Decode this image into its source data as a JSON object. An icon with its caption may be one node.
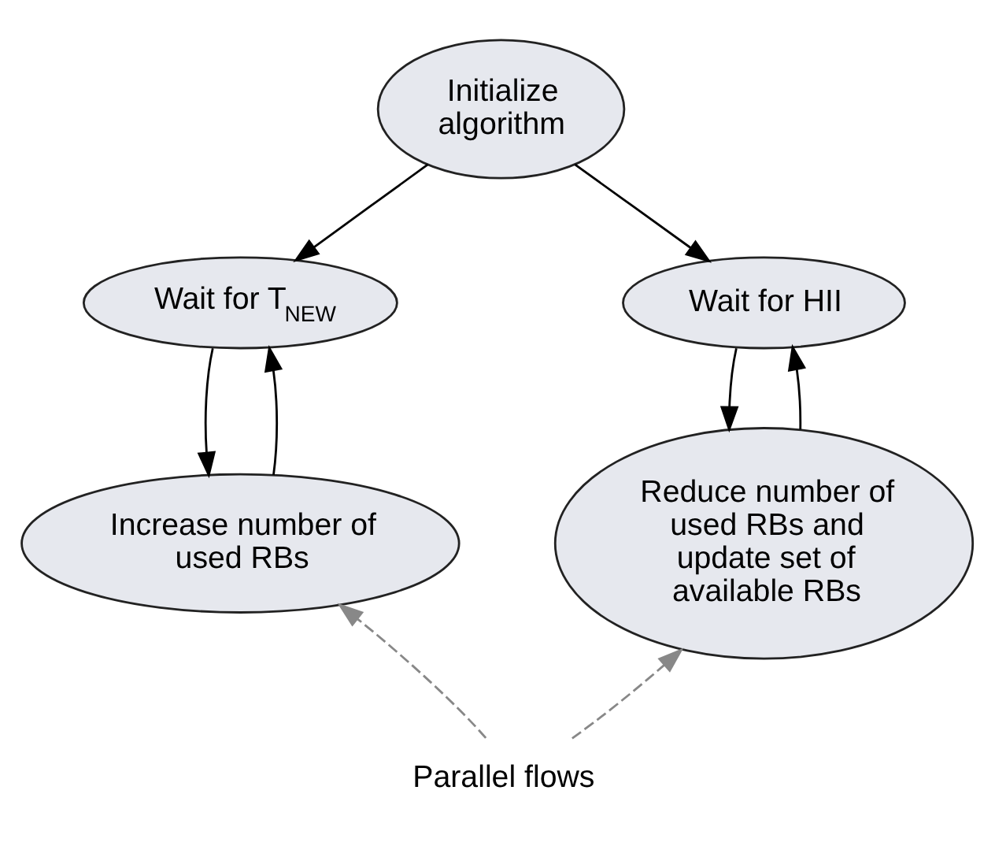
{
  "diagram": {
    "nodes": [
      {
        "text": [
          "Initialize algorithm"
        ]
      },
      {
        "text": [
          "Wait for T$_{NEW}$"
        ]
      },
      {
        "text": [
          "Increase number of used RBs"
        ]
      },
      {
        "text": [
          "Wait for HII"
        ]
      },
      {
        "text": [
          "Reduce number of used RBs and update set of available RBs"
        ]
      },
      {
        "text": [
          "Parallel flows"
        ]
      }
    ],
    "edges": [
      {
        "from": 0,
        "to": 1,
        "arrow": "to"
      },
      {
        "from": 0,
        "to": 3,
        "arrow": "to"
      },
      {
        "from": 1,
        "to": 2,
        "arrow": "to"
      },
      {
        "from": 2,
        "to": 1,
        "arrow": "to"
      },
      {
        "from": 3,
        "to": 4,
        "arrow": "to"
      },
      {
        "from": 4,
        "to": 3,
        "arrow": "to"
      },
      {
        "from": 5,
        "to": 2,
        "arrow": "to",
        "style": "dashed",
        "color": "#888888"
      },
      {
        "from": 5,
        "to": 4,
        "arrow": "to",
        "style": "dashed",
        "color": "#888888"
      }
    ]
  }
}
